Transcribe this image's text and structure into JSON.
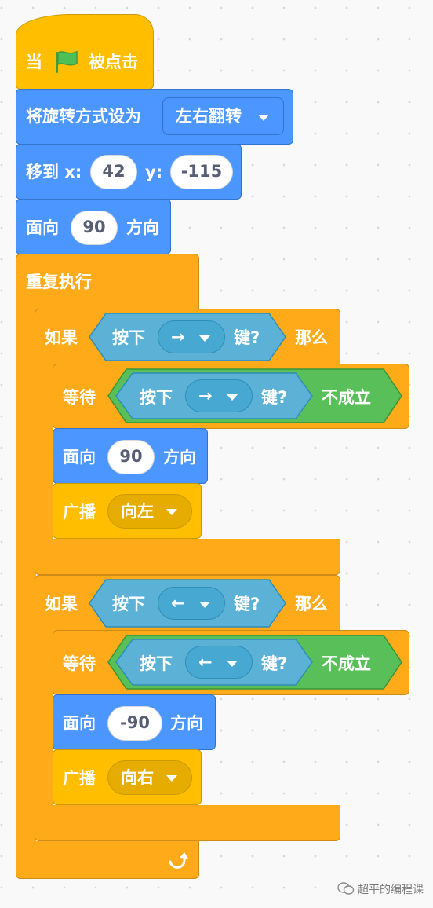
{
  "hat": {
    "label_when": "当",
    "label_clicked": "被点击",
    "flag_icon": "green-flag-icon"
  },
  "rotation": {
    "label": "将旋转方式设为",
    "value": "左右翻转"
  },
  "goto": {
    "label": "移到 x:",
    "x": "42",
    "label_y": "y:",
    "y": "-115"
  },
  "point1": {
    "label": "面向",
    "value": "90",
    "suffix": "方向"
  },
  "forever": {
    "label": "重复执行",
    "repeat_icon": "repeat-arrow-icon"
  },
  "if1": {
    "label_if": "如果",
    "label_then": "那么",
    "sensing": {
      "label": "按下",
      "key": "→",
      "suffix": "键?"
    },
    "wait": {
      "label": "等待",
      "not_label": "不成立",
      "sensing": {
        "label": "按下",
        "key": "→",
        "suffix": "键?"
      }
    },
    "point": {
      "label": "面向",
      "value": "90",
      "suffix": "方向"
    },
    "broadcast": {
      "label": "广播",
      "message": "向左"
    }
  },
  "if2": {
    "label_if": "如果",
    "label_then": "那么",
    "sensing": {
      "label": "按下",
      "key": "←",
      "suffix": "键?"
    },
    "wait": {
      "label": "等待",
      "not_label": "不成立",
      "sensing": {
        "label": "按下",
        "key": "←",
        "suffix": "键?"
      }
    },
    "point": {
      "label": "面向",
      "value": "-90",
      "suffix": "方向"
    },
    "broadcast": {
      "label": "广播",
      "message": "向右"
    }
  },
  "watermark": {
    "text": "超平的编程课",
    "icon": "wechat-icon"
  },
  "colors": {
    "motion": "#4c97ff",
    "control": "#ffab19",
    "events": "#ffbf00",
    "sensing": "#5cb1d6",
    "operators": "#59c059"
  }
}
